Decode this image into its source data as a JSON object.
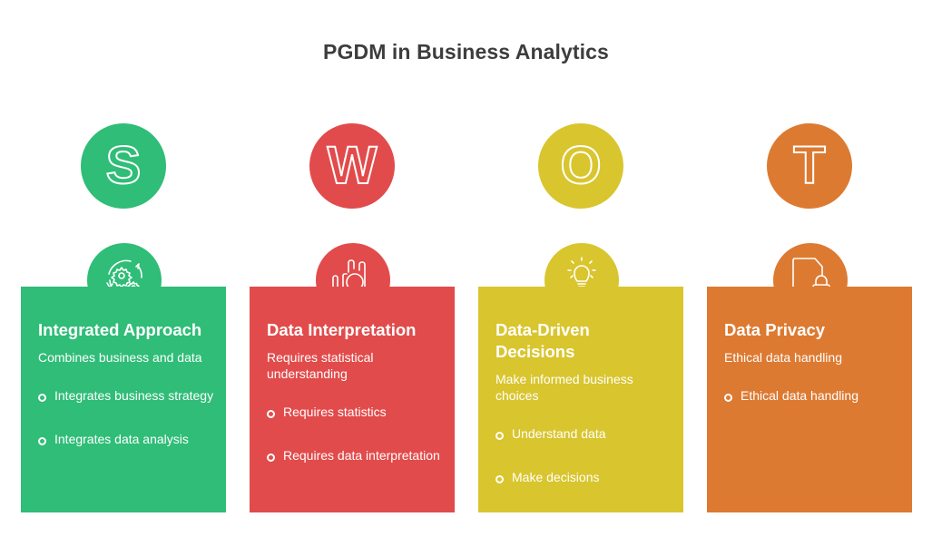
{
  "title": "PGDM in Business Analytics",
  "swot": [
    {
      "letter": "S",
      "color": "#2fbd77",
      "icon": "gears-cycle-icon",
      "title": "Integrated Approach",
      "description": "Combines business and data",
      "bullets": [
        "Integrates business strategy",
        "Integrates data analysis"
      ]
    },
    {
      "letter": "W",
      "color": "#e24b4b",
      "icon": "chart-magnifier-icon",
      "title": "Data Interpretation",
      "description": "Requires statistical understanding",
      "bullets": [
        "Requires statistics",
        "Requires data interpretation"
      ]
    },
    {
      "letter": "O",
      "color": "#d9c52e",
      "icon": "lightbulb-person-icon",
      "title": "Data-Driven Decisions",
      "description": "Make informed business choices",
      "bullets": [
        "Understand data",
        "Make decisions"
      ]
    },
    {
      "letter": "T",
      "color": "#dd7a31",
      "icon": "document-lock-icon",
      "title": "Data Privacy",
      "description": "Ethical data handling",
      "bullets": [
        "Ethical data handling"
      ]
    }
  ]
}
